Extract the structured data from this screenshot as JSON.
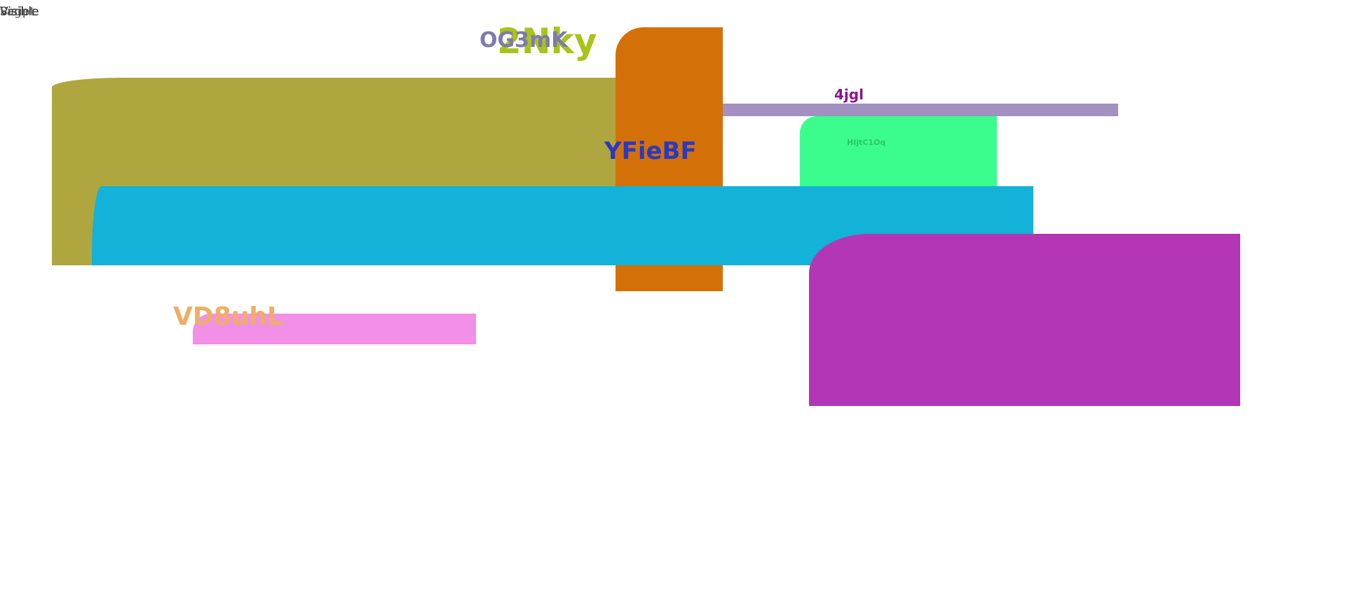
{
  "corner_labels": [
    "Visible",
    "Page",
    "Script"
  ],
  "labels": {
    "top_lime": "2Nky",
    "top_slate": "OG3mK",
    "lavender_bar": "4jgl",
    "center_blue": "YFieBF",
    "mint_panel": "HIjtC1Oq",
    "pink_bar": "VD8uhL"
  },
  "colors": {
    "olive_panel": "#afa63f",
    "orange_column": "#d47008",
    "lavender_bar": "#a291be",
    "mint_panel": "#3bfd8d",
    "cyan_band": "#13b2d8",
    "magenta_panel": "#b236b6",
    "pink_bar": "#f290e8"
  }
}
